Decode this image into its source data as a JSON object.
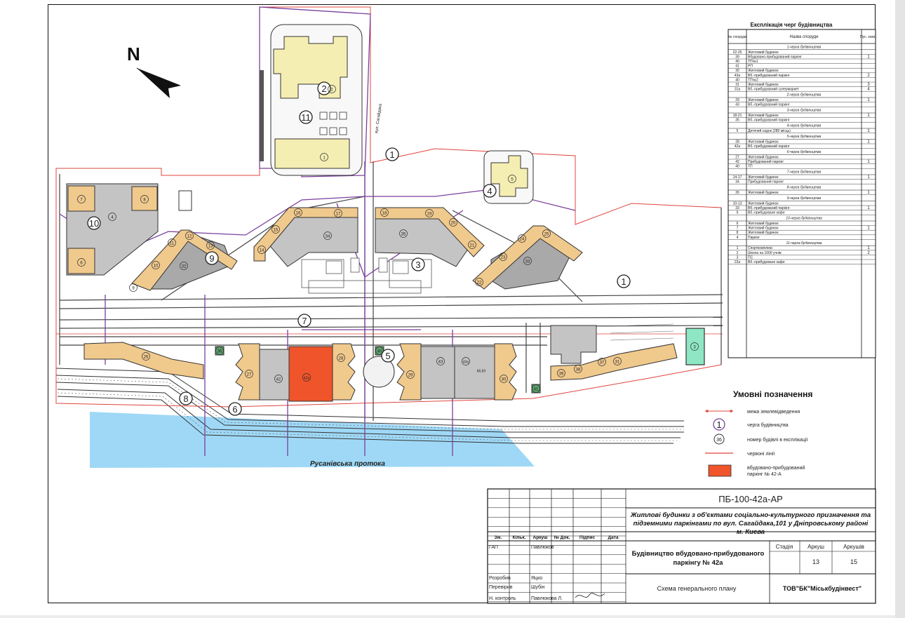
{
  "north": "N",
  "water_label": "Русанівська протока",
  "queue_numbers": [
    "1",
    "2",
    "3",
    "4",
    "5",
    "6",
    "7",
    "8",
    "9",
    "10",
    "11"
  ],
  "building_numbers": [
    "1",
    "2",
    "3",
    "4",
    "5",
    "6",
    "7",
    "8",
    "9",
    "10",
    "11",
    "12",
    "13",
    "14",
    "15",
    "16",
    "17",
    "18",
    "19",
    "20",
    "21",
    "22",
    "23",
    "24",
    "25",
    "26",
    "27",
    "28",
    "29",
    "30",
    "31",
    "32",
    "33",
    "34",
    "35",
    "36",
    "37",
    "38",
    "39",
    "40",
    "41",
    "42",
    "42a",
    "43",
    "43a",
    "66,60"
  ],
  "legend": {
    "title": "Умовні позначення",
    "items": [
      {
        "label": "межа землевідведення",
        "type": "boundary"
      },
      {
        "label": "черга будівництва",
        "type": "queue"
      },
      {
        "label": "номер будівлі в експлікації",
        "type": "building",
        "symbol": "36"
      },
      {
        "label": "червоні лінії",
        "type": "redline"
      },
      {
        "label": "вбудовано-прибудований паркінг № 42-А",
        "type": "parking"
      }
    ]
  },
  "explication": {
    "title": "Експлікація черг будівництва",
    "headers": [
      "№ споруди",
      "Назва споруди",
      "Пус. комп."
    ],
    "groups": [
      {
        "title": "1-черга будівництва",
        "rows": [
          {
            "no": "22-25",
            "name": "Житловий будинок",
            "comp": ""
          },
          {
            "no": "39",
            "name": "Вбудовано-прибудований паркінг",
            "comp": "1"
          },
          {
            "no": "40",
            "name": "ТП№1",
            "comp": ""
          },
          {
            "no": "41",
            "name": "РП",
            "comp": ""
          },
          {
            "no": "30",
            "name": "Житловий будинок",
            "comp": ""
          },
          {
            "no": "43а",
            "name": "Вб.-прибудований паркінг",
            "comp": "2"
          },
          {
            "no": "40",
            "name": "ТП№2",
            "comp": ""
          },
          {
            "no": "31",
            "name": "Житловий будинок",
            "comp": "3"
          },
          {
            "no": "31а",
            "name": "Вб.-прибудований супермаркет",
            "comp": "4"
          }
        ]
      },
      {
        "title": "2-черга будівництва",
        "rows": [
          {
            "no": "29",
            "name": "Житловий будинок",
            "comp": "1"
          },
          {
            "no": "43",
            "name": "Вб.-прибудований паркінг",
            "comp": ""
          }
        ]
      },
      {
        "title": "3-черга будівництва",
        "rows": [
          {
            "no": "18-21",
            "name": "Житловий будинок",
            "comp": "1"
          },
          {
            "no": "35",
            "name": "Вб.-прибудований паркінг",
            "comp": ""
          }
        ]
      },
      {
        "title": "4-черга будівництва",
        "rows": [
          {
            "no": "5",
            "name": "Дитячий садок (280 місць)",
            "comp": "1"
          }
        ]
      },
      {
        "title": "5-черга будівництва",
        "rows": [
          {
            "no": "28",
            "name": "Житловий будинок",
            "comp": "1"
          },
          {
            "no": "42а",
            "name": "Вб.-прибудований паркінг",
            "comp": ""
          }
        ]
      },
      {
        "title": "6-черга будівництва",
        "rows": [
          {
            "no": "27",
            "name": "Житловий будинок",
            "comp": ""
          },
          {
            "no": "42",
            "name": "Прибудований паркінг",
            "comp": "1"
          },
          {
            "no": "40",
            "name": "ТП",
            "comp": ""
          }
        ]
      },
      {
        "title": "7-черга будівництва",
        "rows": [
          {
            "no": "14-17",
            "name": "Житловий будинок",
            "comp": "1"
          },
          {
            "no": "34",
            "name": "Прибудований паркінг",
            "comp": ""
          }
        ]
      },
      {
        "title": "8-черга будівництва",
        "rows": [
          {
            "no": "26",
            "name": "Житловий будинок",
            "comp": "1"
          }
        ]
      },
      {
        "title": "9-черга будівництва",
        "rows": [
          {
            "no": "10-13",
            "name": "Житловий будинок",
            "comp": ""
          },
          {
            "no": "33",
            "name": "Вб.-прибудований паркінг",
            "comp": "1"
          },
          {
            "no": "9",
            "name": "Вб.-прибудоване кафе",
            "comp": ""
          }
        ]
      },
      {
        "title": "10-черга будівництва",
        "rows": [
          {
            "no": "6",
            "name": "Житловий будинок",
            "comp": ""
          },
          {
            "no": "7",
            "name": "Житловий будинок",
            "comp": "1"
          },
          {
            "no": "8",
            "name": "Житловий будинок",
            "comp": ""
          },
          {
            "no": "4",
            "name": "Паркінг",
            "comp": ""
          }
        ]
      },
      {
        "title": "11-черга будівництва",
        "rows": [
          {
            "no": "1",
            "name": "Спорткомплекс",
            "comp": "1"
          },
          {
            "no": "2",
            "name": "Школа на 1000 учнів",
            "comp": "2"
          },
          {
            "no": "3",
            "name": "ПС",
            "comp": ""
          },
          {
            "no": "22а",
            "name": "Вб.-прибудоване кафе",
            "comp": ""
          }
        ]
      }
    ]
  },
  "title_block": {
    "code": "ПБ-100-42а-АР",
    "project": "Житлові будинки з об'єктами соціально-культурного призначення та підземними паркінгами по вул. Сагайдака,101 у Дніпровському районі м. Києва",
    "object": "Будівництво вбудовано-прибудованого паркінгу № 42а",
    "sheet_name": "Схема генерального плану",
    "company": "ТОВ\"БК\"Міськбудінвест\"",
    "stage_header": "Стадія",
    "sheet_header": "Аркуш",
    "sheets_header": "Аркушів",
    "stage": "",
    "sheet": "13",
    "sheets": "15",
    "cols": [
      "Зм.",
      "Кільк.",
      "Аркуш",
      "№ Док.",
      "Підпис",
      "Дата"
    ],
    "people": [
      {
        "role": "ГАП",
        "name": "Павлюков"
      },
      {
        "role": "Розробив",
        "name": "Яцко"
      },
      {
        "role": "Перевірив",
        "name": "Шубін"
      },
      {
        "role": "Н. контроль",
        "name": "Павлюкова Л."
      }
    ]
  },
  "colors": {
    "building_grey": "#c4c4c4",
    "building_yellow": "#f5eeb2",
    "building_orange": "#f0c98d",
    "parking_red": "#f0542a",
    "water": "#9fd8f6",
    "queue_purple": "#7b3f9d",
    "red_line": "#e0443c"
  }
}
